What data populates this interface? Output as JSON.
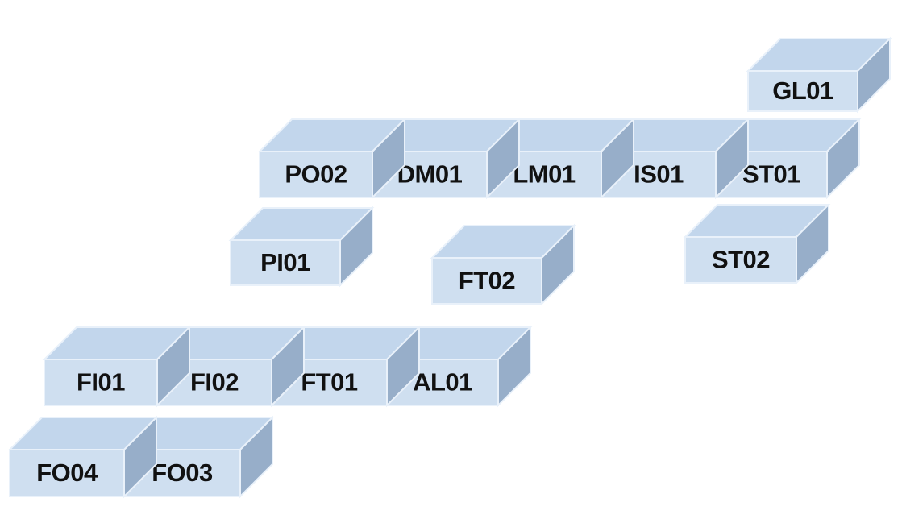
{
  "colors": {
    "front": "#cfdff0",
    "top": "#c2d6ec",
    "side": "#97aec9",
    "edge": "#e9f1fa",
    "label": "#111111"
  },
  "blocks": [
    {
      "id": "gl01",
      "label": "GL01"
    },
    {
      "id": "po02",
      "label": "PO02"
    },
    {
      "id": "dm01",
      "label": "DM01"
    },
    {
      "id": "lm01",
      "label": "LM01"
    },
    {
      "id": "is01",
      "label": "IS01"
    },
    {
      "id": "st01",
      "label": "ST01"
    },
    {
      "id": "pi01",
      "label": "PI01"
    },
    {
      "id": "ft02",
      "label": "FT02"
    },
    {
      "id": "st02",
      "label": "ST02"
    },
    {
      "id": "fi01",
      "label": "FI01"
    },
    {
      "id": "fi02",
      "label": "FI02"
    },
    {
      "id": "ft01",
      "label": "FT01"
    },
    {
      "id": "al01",
      "label": "AL01"
    },
    {
      "id": "fo04",
      "label": "FO04"
    },
    {
      "id": "fo03",
      "label": "FO03"
    }
  ]
}
